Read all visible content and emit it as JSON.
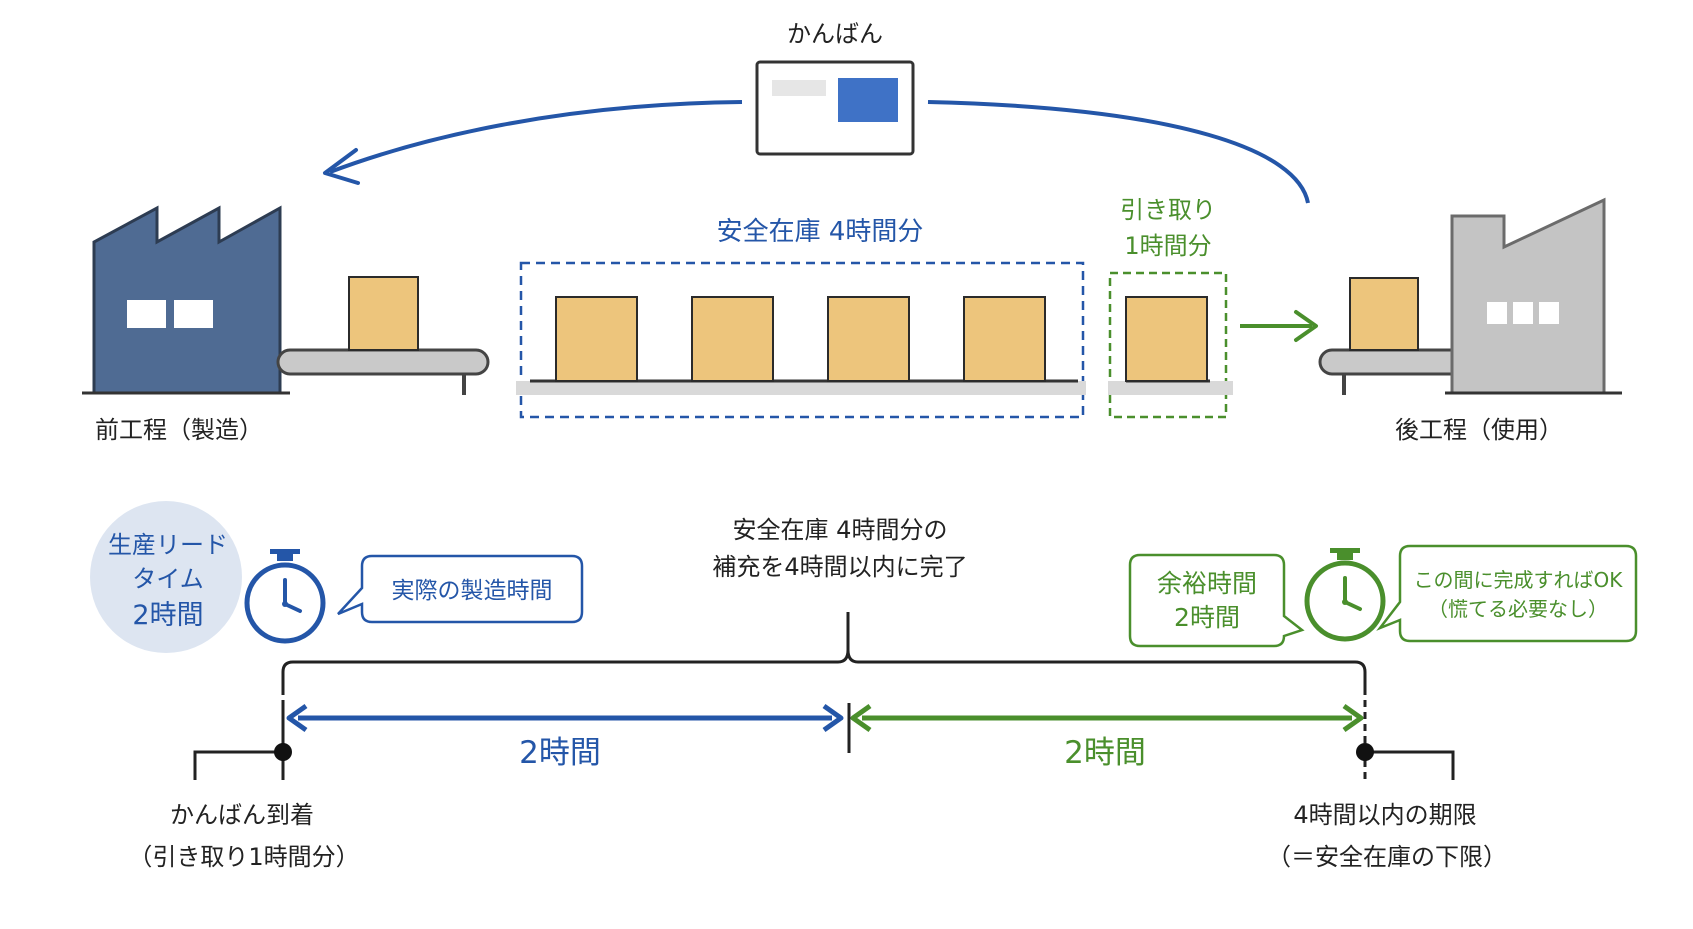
{
  "kanban": {
    "label": "かんばん"
  },
  "upstream": {
    "label": "前工程（製造）"
  },
  "downstream": {
    "label": "後工程（使用）"
  },
  "safety_stock": {
    "label": "安全在庫 4時間分",
    "box_count": 4
  },
  "pickup": {
    "label_line1": "引き取り",
    "label_line2": "1時間分",
    "box_count": 1
  },
  "lead_time": {
    "line1": "生産リード",
    "line2": "タイム",
    "line3": "2時間"
  },
  "actual_bubble": {
    "label": "実際の製造時間"
  },
  "replenish_note": {
    "line1": "安全在庫 4時間分の",
    "line2": "補充を4時間以内に完了"
  },
  "margin": {
    "line1": "余裕時間",
    "line2": "2時間"
  },
  "margin_bubble": {
    "line1": "この間に完成すればOK",
    "line2": "（慌てる必要なし）"
  },
  "timeline": {
    "segment1_label": "2時間",
    "segment2_label": "2時間",
    "start_line1": "かんばん到着",
    "start_line2": "（引き取り1時間分）",
    "end_line1": "4時間以内の期限",
    "end_line2": "（＝安全在庫の下限）"
  },
  "colors": {
    "blue": "#2456a8",
    "green": "#4a8f2c",
    "factory_blue": "#4f6b93",
    "factory_gray": "#c4c4c4",
    "box": "#edc57c",
    "box_stroke": "#2b2b2b",
    "circle_bg": "#dde5f1"
  }
}
